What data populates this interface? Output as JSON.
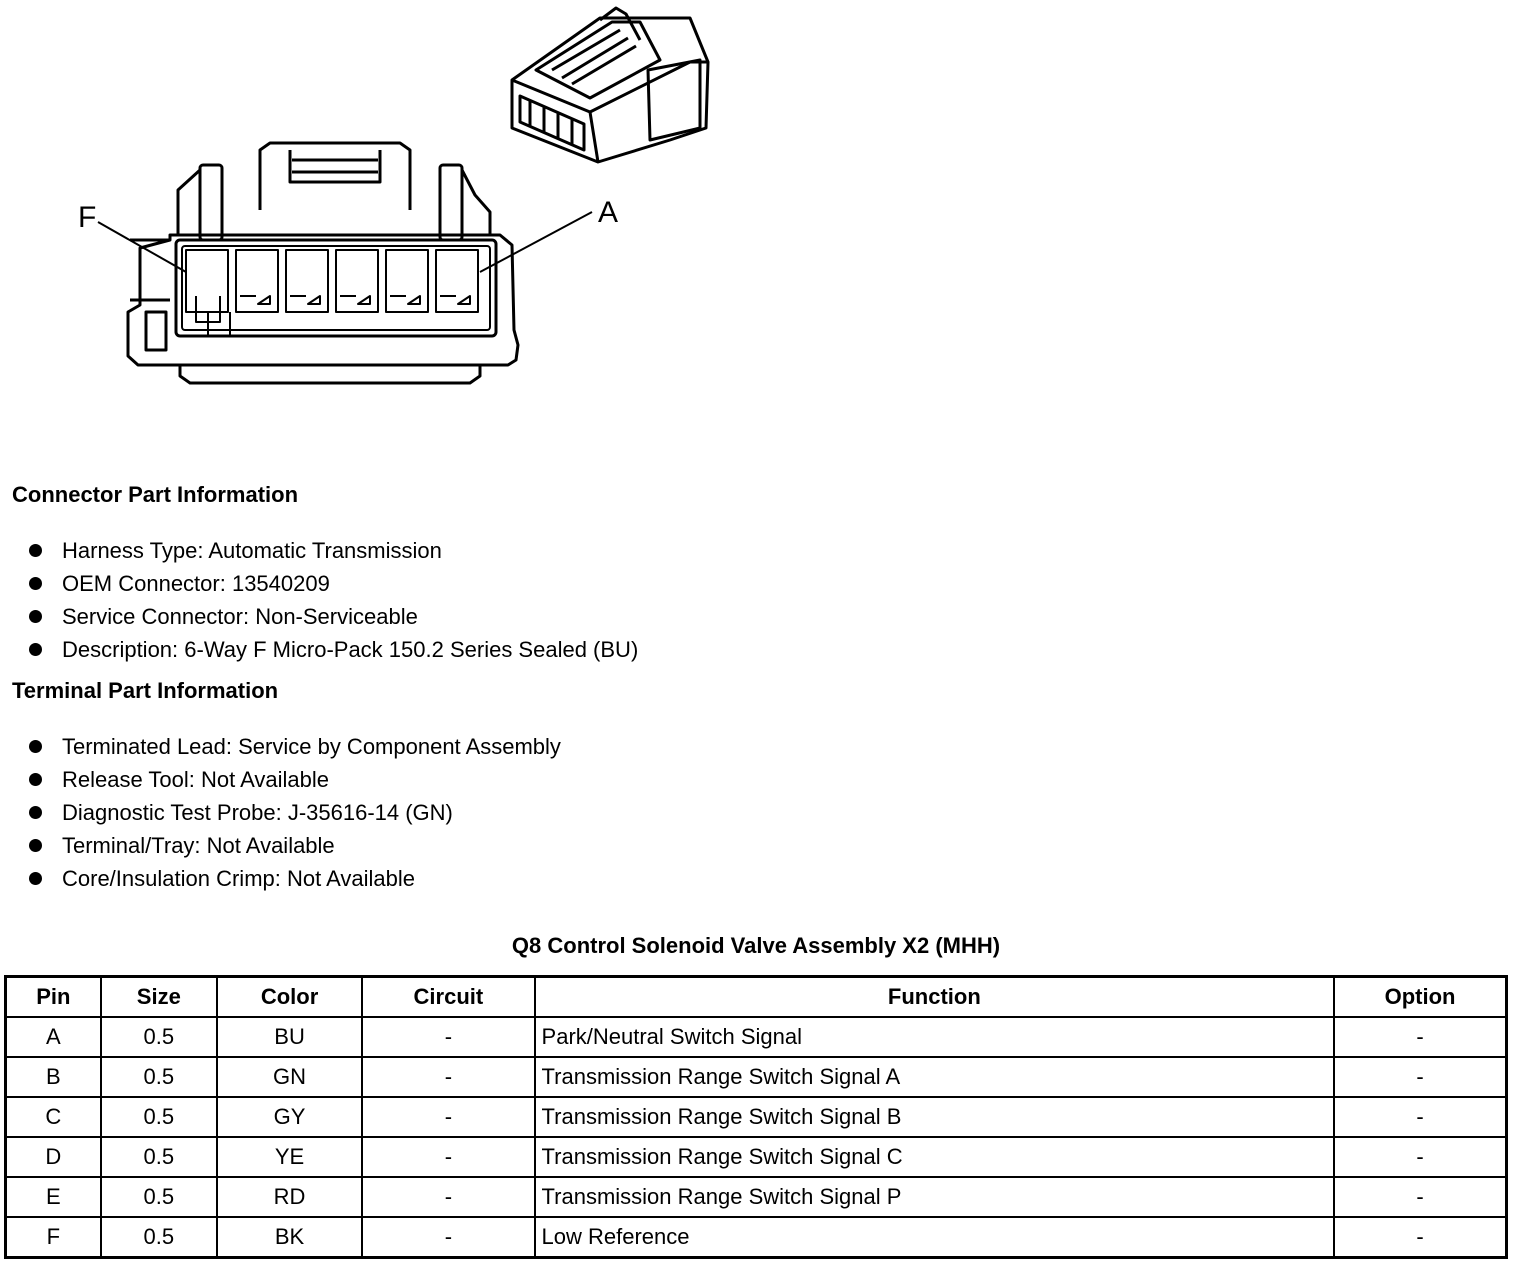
{
  "figure": {
    "pin_label_left": "F",
    "pin_label_right": "A"
  },
  "connector_part": {
    "title": "Connector Part Information",
    "items": [
      "Harness Type: Automatic Transmission",
      "OEM Connector: 13540209",
      "Service Connector: Non-Serviceable",
      "Description: 6-Way F Micro-Pack 150.2 Series Sealed (BU)"
    ]
  },
  "terminal_part": {
    "title": "Terminal Part Information",
    "items": [
      "Terminated Lead: Service by Component Assembly",
      "Release Tool: Not Available",
      "Diagnostic Test Probe: J-35616-14 (GN)",
      "Terminal/Tray: Not Available",
      "Core/Insulation Crimp: Not Available"
    ]
  },
  "pin_table": {
    "title": "Q8 Control Solenoid Valve Assembly X2 (MHH)",
    "headers": [
      "Pin",
      "Size",
      "Color",
      "Circuit",
      "Function",
      "Option"
    ],
    "rows": [
      [
        "A",
        "0.5",
        "BU",
        "-",
        "Park/Neutral Switch Signal",
        "-"
      ],
      [
        "B",
        "0.5",
        "GN",
        "-",
        "Transmission Range Switch Signal A",
        "-"
      ],
      [
        "C",
        "0.5",
        "GY",
        "-",
        "Transmission Range Switch Signal B",
        "-"
      ],
      [
        "D",
        "0.5",
        "YE",
        "-",
        "Transmission Range Switch Signal C",
        "-"
      ],
      [
        "E",
        "0.5",
        "RD",
        "-",
        "Transmission Range Switch Signal P",
        "-"
      ],
      [
        "F",
        "0.5",
        "BK",
        "-",
        "Low Reference",
        "-"
      ]
    ]
  }
}
